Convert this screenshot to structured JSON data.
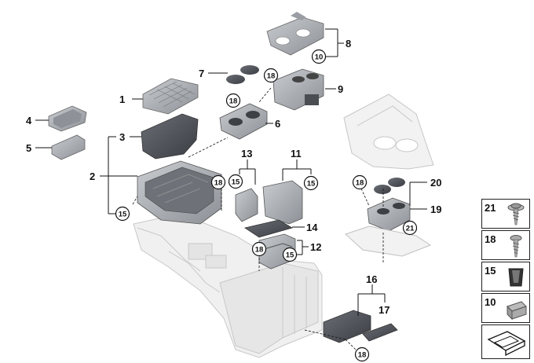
{
  "callouts": {
    "n1": "1",
    "n2": "2",
    "n3": "3",
    "n4": "4",
    "n5": "5",
    "n6": "6",
    "n7": "7",
    "n8": "8",
    "n9": "9",
    "n11": "11",
    "n12": "12",
    "n13": "13",
    "n14": "14",
    "n16": "16",
    "n17": "17",
    "n19": "19",
    "n20": "20"
  },
  "circled": {
    "c10": "10",
    "c15a": "15",
    "c15b": "15",
    "c15c": "15",
    "c15d": "15",
    "c18a": "18",
    "c18b": "18",
    "c18c": "18",
    "c18d": "18",
    "c18e": "18",
    "c18f": "18",
    "c21": "21"
  },
  "legend": {
    "items": [
      {
        "label": "21",
        "icon": "screw-with-washer-icon"
      },
      {
        "label": "18",
        "icon": "screw-icon"
      },
      {
        "label": "15",
        "icon": "clip-icon"
      },
      {
        "label": "10",
        "icon": "clip-nut-icon"
      },
      {
        "label": "",
        "icon": "diagram-symbol-icon"
      }
    ]
  }
}
